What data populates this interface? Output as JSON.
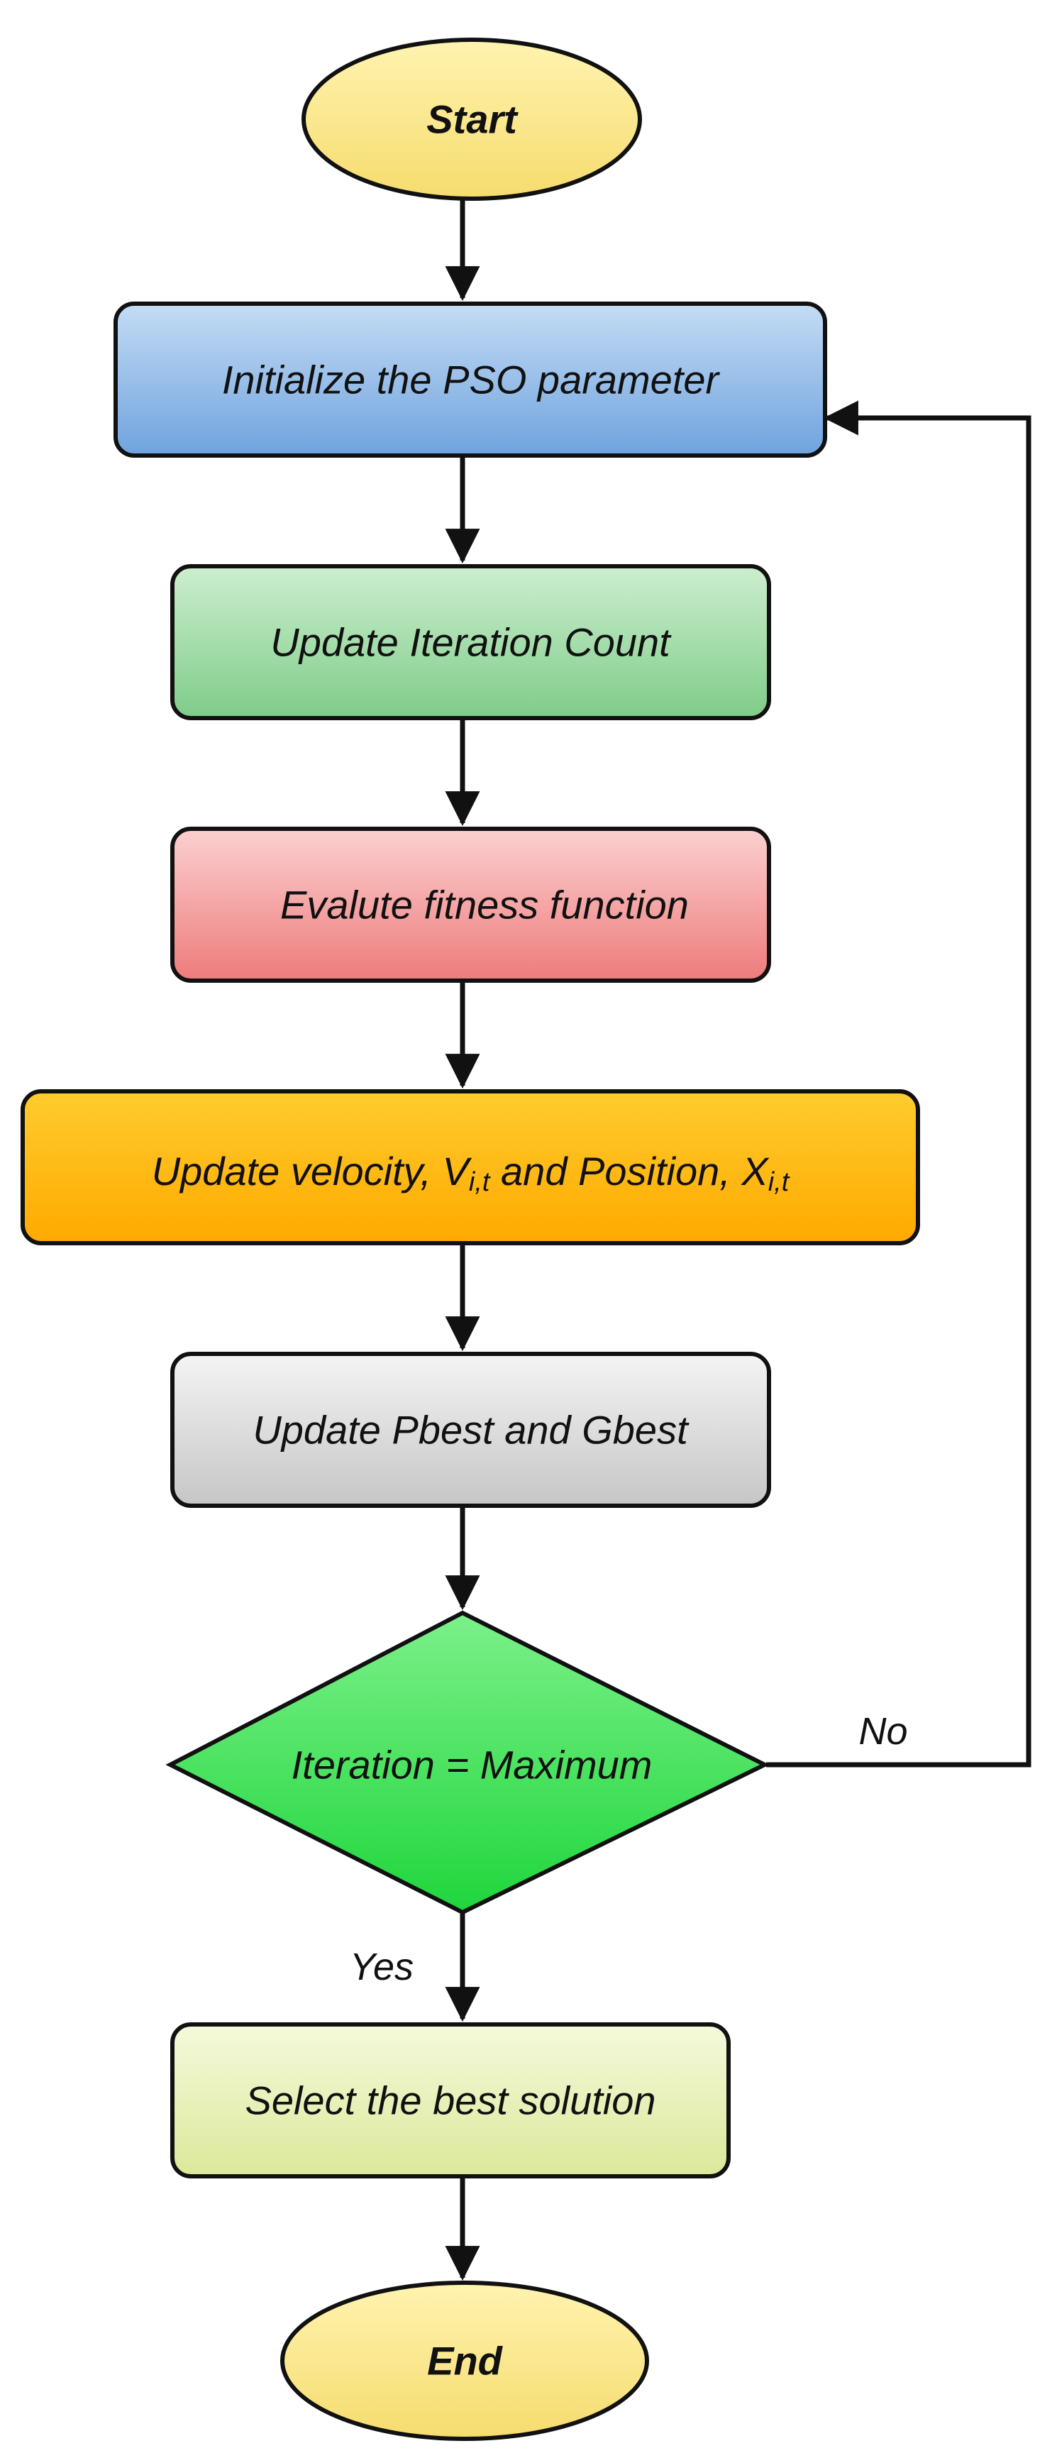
{
  "flowchart": {
    "start": {
      "label": "Start",
      "color": "#f6dc6e"
    },
    "steps": [
      {
        "id": "init",
        "label": "Initialize the PSO parameter",
        "color": "#7eaee3"
      },
      {
        "id": "iter",
        "label": "Update Iteration Count",
        "color": "#93d39a"
      },
      {
        "id": "fitness",
        "label": "Evalute fitness function",
        "color": "#f28a8a"
      },
      {
        "id": "velocity",
        "label_parts": [
          "Update velocity, V",
          "i,t",
          " and Position, X",
          "i,t"
        ],
        "color": "#ffb800"
      },
      {
        "id": "best",
        "label": "Update Pbest and Gbest",
        "color": "#cfcfcf"
      }
    ],
    "decision": {
      "label": "Iteration = Maximum",
      "color": "#2fe24a"
    },
    "branch_no": "No",
    "branch_yes": "Yes",
    "final_step": {
      "label": "Select the best solution",
      "color": "#e6efb0"
    },
    "end": {
      "label": "End",
      "color": "#f6dc6e"
    }
  }
}
